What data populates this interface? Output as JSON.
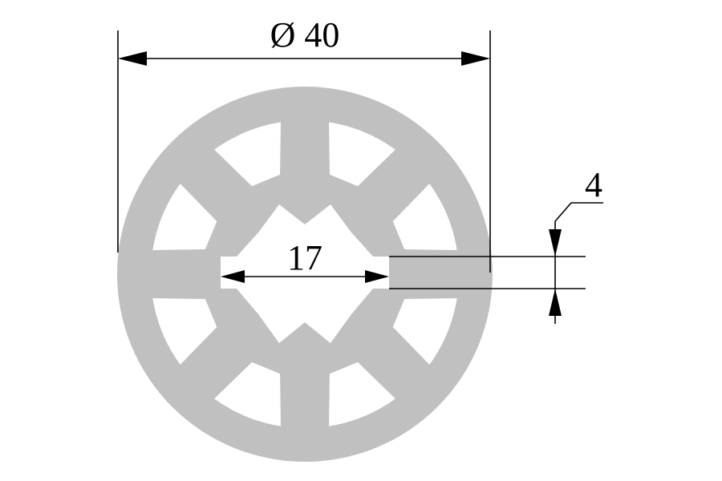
{
  "drawing": {
    "outer_diameter_label": "Ø 40",
    "inner_width_label": "17",
    "slot_width_label": "4",
    "part_color": "#c0c0c0",
    "line_color": "#000000",
    "background_color": "#ffffff"
  }
}
